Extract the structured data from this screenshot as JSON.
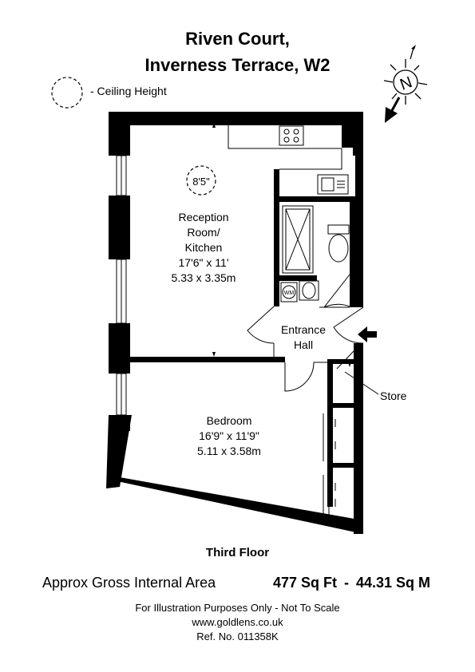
{
  "header": {
    "title_line1": "Riven Court,",
    "title_line2": "Inverness Terrace, W2"
  },
  "legend": {
    "ceiling_label": "- Ceiling Height"
  },
  "compass": {
    "label": "N"
  },
  "rooms": {
    "reception": {
      "line1": "Reception",
      "line2": "Room/",
      "line3": "Kitchen",
      "imperial": "17'6\" x 11'",
      "metric": "5.33 x 3.35m",
      "ceiling_height": "8'5\""
    },
    "entrance": {
      "line1": "Entrance",
      "line2": "Hall"
    },
    "bedroom": {
      "name": "Bedroom",
      "imperial": "16'9\" x 11'9\"",
      "metric": "5.11 x 3.58m"
    },
    "store": {
      "name": "Store"
    },
    "wm": {
      "label": "WM"
    }
  },
  "floor_name": "Third Floor",
  "area": {
    "label": "Approx Gross Internal Area",
    "sqft": "477 Sq Ft",
    "separator": "-",
    "sqm": "44.31 Sq M"
  },
  "footer": {
    "disclaimer": "For Illustration Purposes Only - Not To Scale",
    "website": "www.goldlens.co.uk",
    "ref": "Ref. No. 011358K"
  }
}
